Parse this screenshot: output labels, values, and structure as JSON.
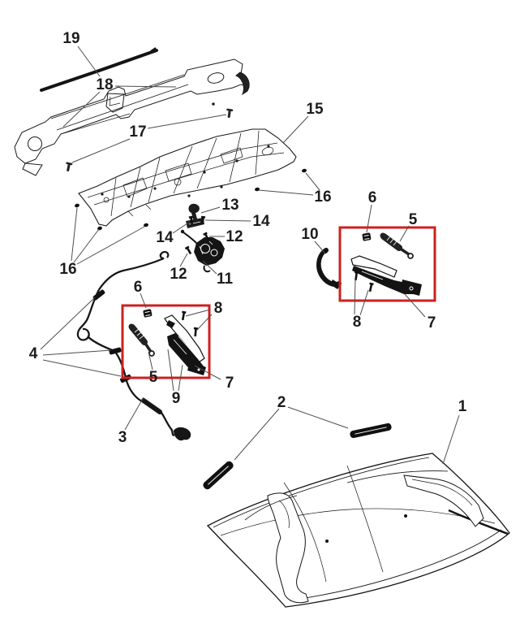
{
  "diagram": {
    "kind": "exploded-parts-diagram",
    "subject": "hood-assembly",
    "colors": {
      "line": "#1a1a1a",
      "label": "#1c1c1c",
      "leader": "#4d4d4d",
      "highlight": "#cc2020",
      "background": "#ffffff"
    },
    "labels": {
      "n1": "1",
      "n2": "2",
      "n3": "3",
      "n4": "4",
      "n5_left": "5",
      "n5_right": "5",
      "n6_left": "6",
      "n6_right": "6",
      "n7_left": "7",
      "n7_right": "7",
      "n8_left": "8",
      "n8_right": "8",
      "n9": "9",
      "n10": "10",
      "n11": "11",
      "n12_left": "12",
      "n12_right": "12",
      "n13": "13",
      "n14_left": "14",
      "n14_right": "14",
      "n15": "15",
      "n16_left": "16",
      "n16_right": "16",
      "n17": "17",
      "n18": "18",
      "n19": "19"
    },
    "callout_numbers_visible": [
      "1",
      "2",
      "3",
      "4",
      "5",
      "6",
      "7",
      "8",
      "9",
      "10",
      "11",
      "12",
      "13",
      "14",
      "15",
      "16",
      "17",
      "18",
      "19"
    ],
    "highlight_box_count": 2
  }
}
